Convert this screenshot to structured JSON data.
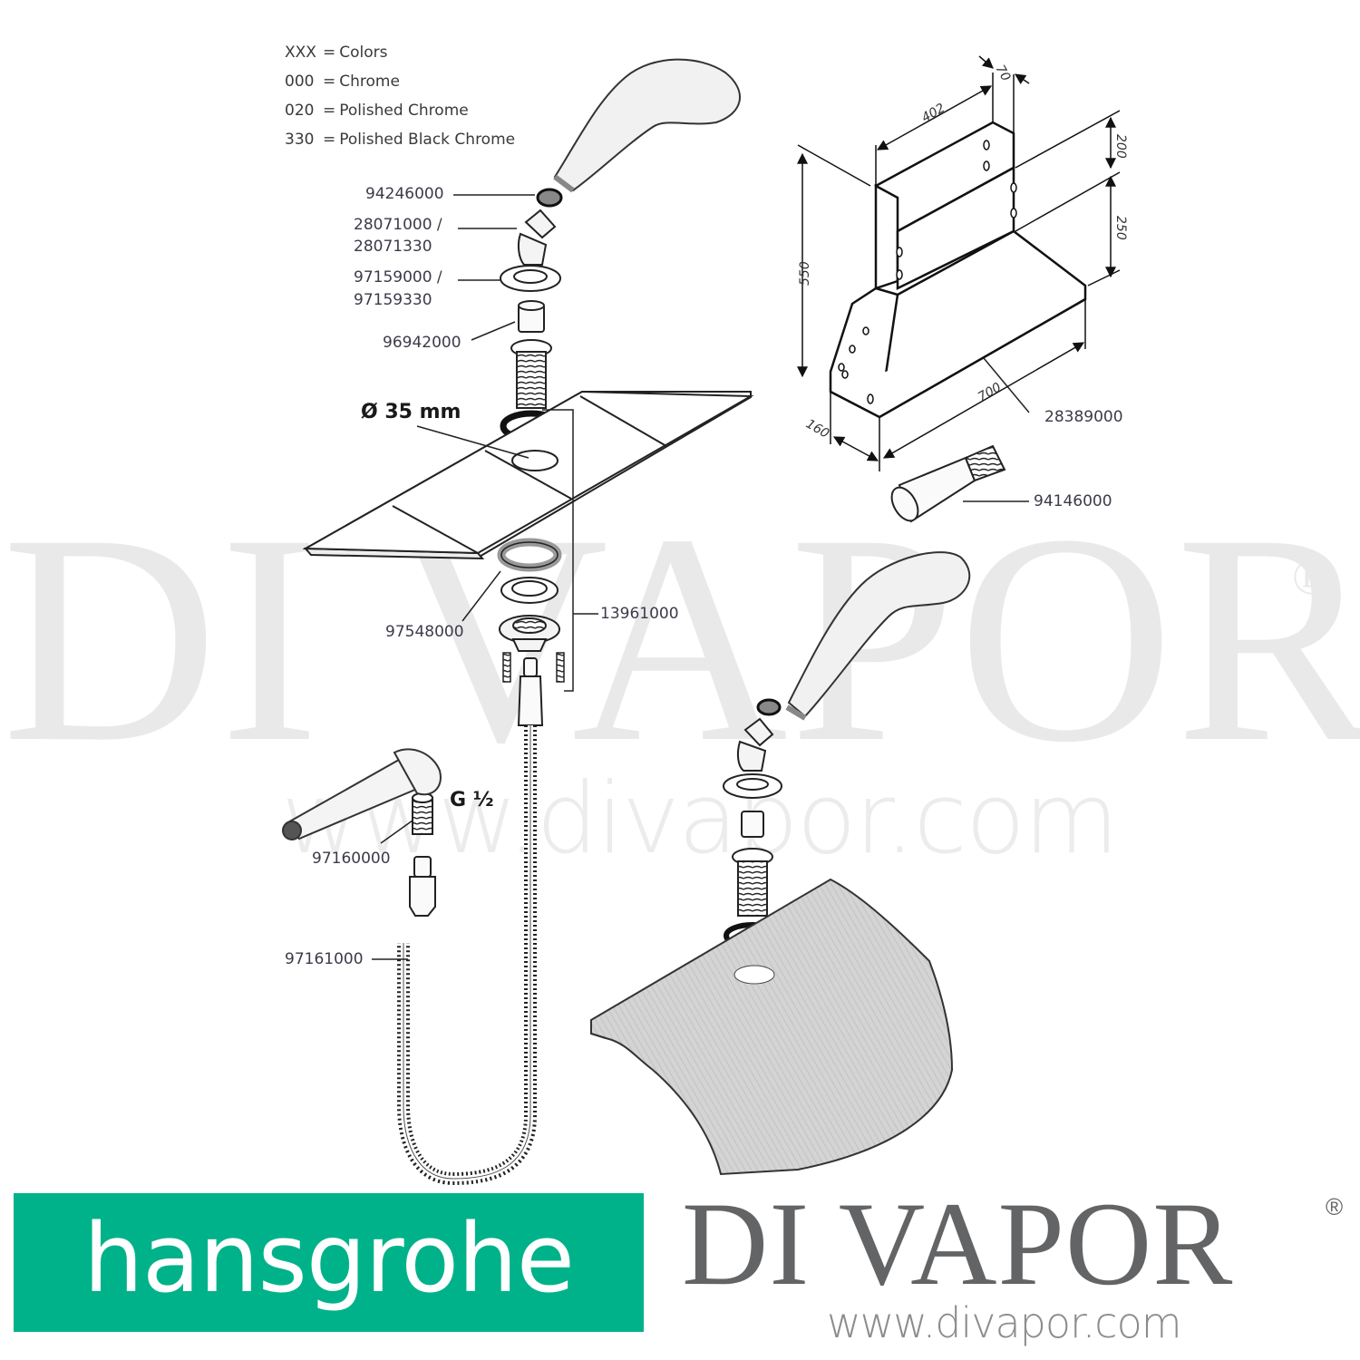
{
  "watermark": {
    "brand": "DI VAPOR",
    "registered": "®",
    "url": "www.divapor.com"
  },
  "legend": {
    "rows": [
      {
        "code": "XXX",
        "eq": "=",
        "label": "Colors"
      },
      {
        "code": "000",
        "eq": "=",
        "label": "Chrome"
      },
      {
        "code": "020",
        "eq": "=",
        "label": "Polished Chrome"
      },
      {
        "code": "330",
        "eq": "=",
        "label": "Polished Black Chrome"
      }
    ]
  },
  "parts": {
    "p1": "94246000",
    "p2a": "28071000 /",
    "p2b": "28071330",
    "p3a": "97159000 /",
    "p3b": "97159330",
    "p4": "96942000",
    "p5": "97548000",
    "p6": "13961000",
    "p7": "97160000",
    "p8": "97161000",
    "p9": "28389000",
    "p10": "94146000"
  },
  "callouts": {
    "hole_diameter": "Ø 35 mm",
    "thread": "G ½"
  },
  "bracket_dimensions": {
    "width_top": "402",
    "depth_top": "70",
    "height_total": "550",
    "height_upper": "200",
    "height_mid": "250",
    "length_bottom": "700",
    "depth_bottom": "160"
  },
  "footer": {
    "manufacturer_logo": "hansgrohe",
    "manufacturer_color": "#00b28a",
    "retailer_brand": "DI VAPOR",
    "retailer_registered": "®",
    "retailer_url": "www.divapor.com",
    "retailer_color": "#636466"
  }
}
